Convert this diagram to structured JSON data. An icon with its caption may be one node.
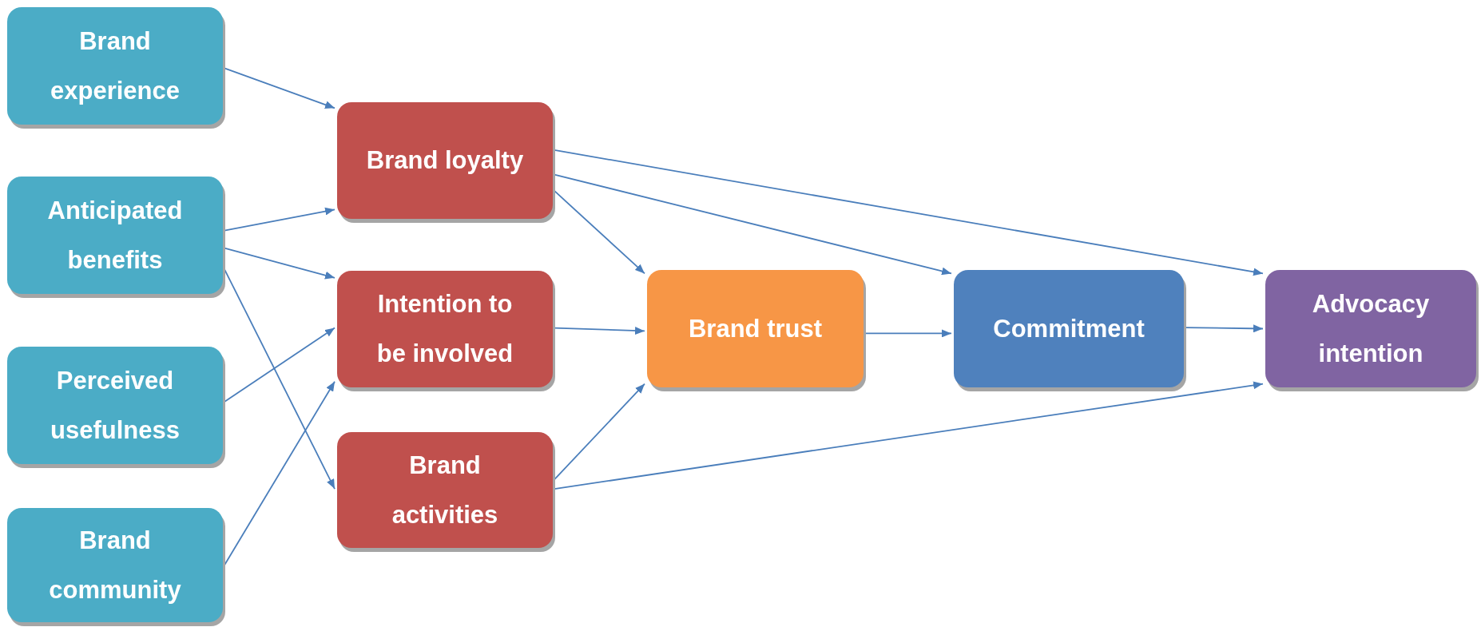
{
  "diagram": {
    "nodes": [
      {
        "text": [
          "Brand experience"
        ]
      },
      {
        "text": [
          "Anticipated benefits"
        ]
      },
      {
        "text": [
          "Perceived usefulness"
        ]
      },
      {
        "text": [
          "Brand community"
        ]
      },
      {
        "text": [
          "Brand loyalty"
        ]
      },
      {
        "text": [
          "Intention to be involved"
        ]
      },
      {
        "text": [
          "Brand activities"
        ]
      },
      {
        "text": [
          "Brand trust"
        ]
      },
      {
        "text": [
          "Commitment"
        ]
      },
      {
        "text": [
          "Advocacy intention"
        ]
      }
    ],
    "edges": [
      {
        "from": 0,
        "to": 4,
        "arrow": "to"
      },
      {
        "from": 1,
        "to": 4,
        "arrow": "to"
      },
      {
        "from": 1,
        "to": 5,
        "arrow": "to"
      },
      {
        "from": 1,
        "to": 6,
        "arrow": "to"
      },
      {
        "from": 2,
        "to": 5,
        "arrow": "to"
      },
      {
        "from": 3,
        "to": 5,
        "arrow": "to"
      },
      {
        "from": 4,
        "to": 9,
        "arrow": "to"
      },
      {
        "from": 4,
        "to": 8,
        "arrow": "to"
      },
      {
        "from": 4,
        "to": 7,
        "arrow": "to"
      },
      {
        "from": 5,
        "to": 7,
        "arrow": "to"
      },
      {
        "from": 6,
        "to": 7,
        "arrow": "to"
      },
      {
        "from": 6,
        "to": 9,
        "arrow": "to"
      },
      {
        "from": 7,
        "to": 8,
        "arrow": "to"
      },
      {
        "from": 8,
        "to": 9,
        "arrow": "to"
      }
    ]
  }
}
